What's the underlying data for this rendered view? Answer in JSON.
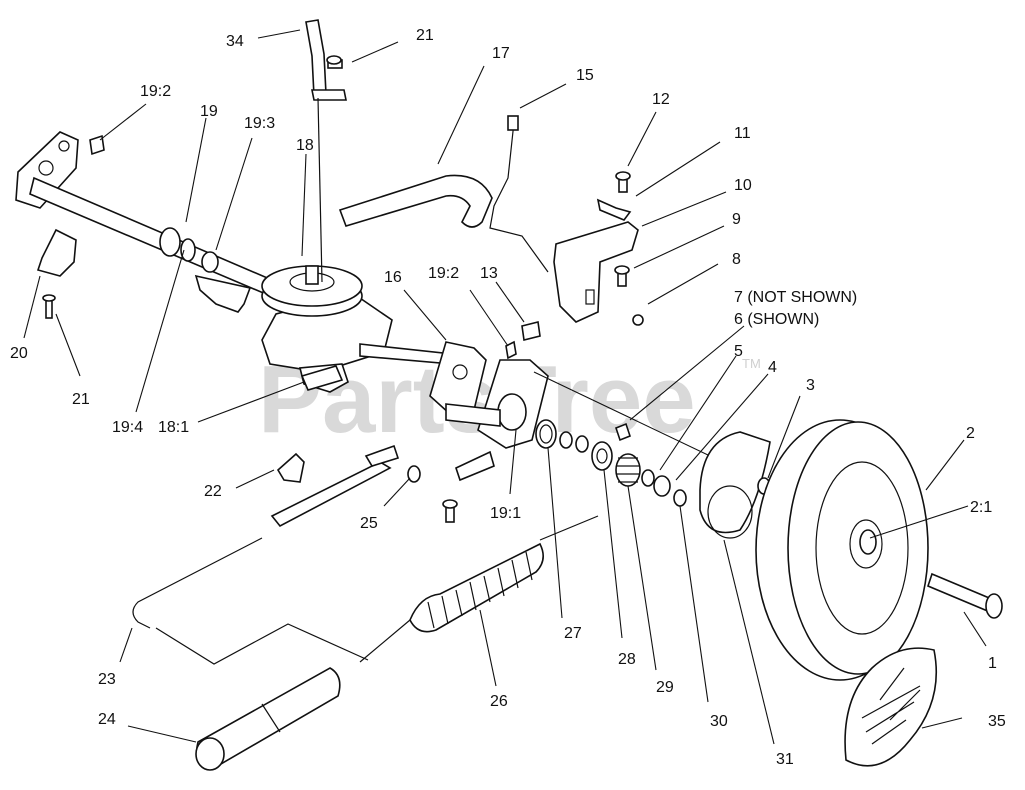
{
  "watermark": {
    "text": "PartsTree",
    "tm": "TM"
  },
  "labels": {
    "l1": "1",
    "l2": "2",
    "l2_1": "2:1",
    "l3": "3",
    "l4": "4",
    "l5": "5",
    "l6": "6 (SHOWN)",
    "l7": "7 (NOT SHOWN)",
    "l8": "8",
    "l9": "9",
    "l10": "10",
    "l11": "11",
    "l12": "12",
    "l13": "13",
    "l15": "15",
    "l16": "16",
    "l17": "17",
    "l18": "18",
    "l18_1": "18:1",
    "l19": "19",
    "l19_1": "19:1",
    "l19_2a": "19:2",
    "l19_2b": "19:2",
    "l19_3": "19:3",
    "l19_4": "19:4",
    "l20": "20",
    "l21a": "21",
    "l21b": "21",
    "l22": "22",
    "l23": "23",
    "l24": "24",
    "l25": "25",
    "l26": "26",
    "l27": "27",
    "l28": "28",
    "l29": "29",
    "l30": "30",
    "l31": "31",
    "l34": "34",
    "l35": "35"
  }
}
